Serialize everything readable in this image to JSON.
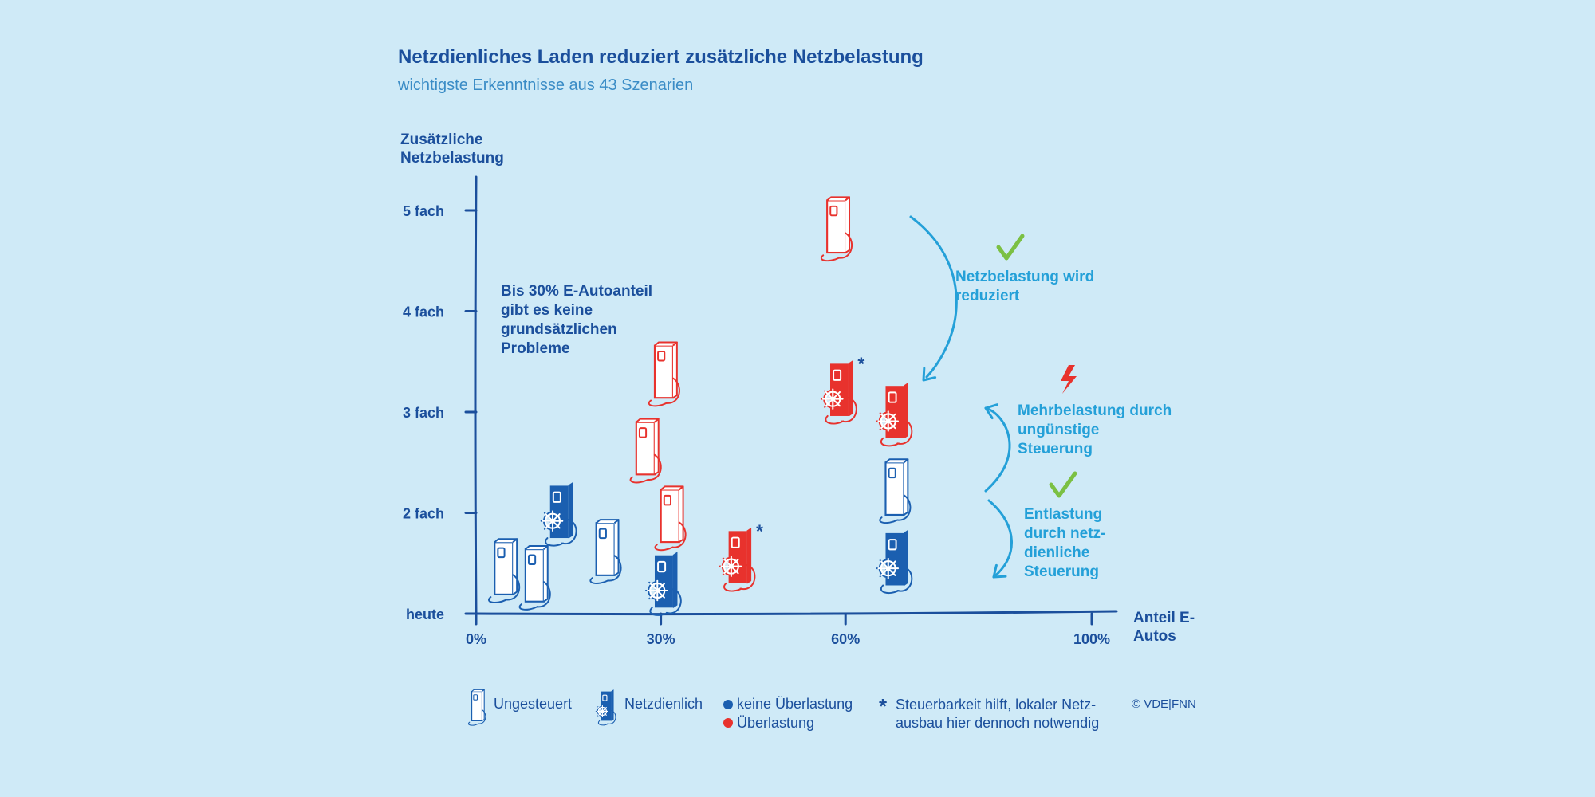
{
  "title": "Netzdienliches Laden reduziert zusätzliche Netzbelastung",
  "subtitle": "wichtigste Erkenntnisse aus 43 Szenarien",
  "note": "Bis 30% E-Autoanteil gibt es keine grundsätzlichen Probleme",
  "annotations": {
    "reduced": "Netzbelastung wird reduziert",
    "more_load": "Mehrbelastung durch ungünstige Steuerung",
    "relief": "Entlastung durch netz-dienliche Steuerung"
  },
  "legend": {
    "uncontrolled": "Ungesteuert",
    "grid_friendly": "Netzdienlich",
    "no_overload": "keine Überlastung",
    "overload": "Überlastung",
    "asterisk_note": "Steuerbarkeit hilft, lokaler Netz-ausbau hier dennoch notwendig"
  },
  "copyright": "© VDE|FNN",
  "colors": {
    "background": "#cfeaf7",
    "axis": "#1b4f9c",
    "no_overload": "#1b5fb0",
    "overload": "#e8322d",
    "annotation": "#24a0d8",
    "check": "#7bc043"
  },
  "chart_data": {
    "type": "scatter",
    "title": "Netzdienliches Laden reduziert zusätzliche Netzbelastung",
    "subtitle": "wichtigste Erkenntnisse aus 43 Szenarien",
    "xlabel": "Anteil E-Autos",
    "ylabel": "Zusätzliche Netzbelastung",
    "x_ticks": [
      {
        "value": 0,
        "label": "0%"
      },
      {
        "value": 30,
        "label": "30%"
      },
      {
        "value": 60,
        "label": "60%"
      },
      {
        "value": 100,
        "label": "100%"
      }
    ],
    "y_ticks": [
      {
        "value": 1,
        "label": "heute"
      },
      {
        "value": 2,
        "label": "2 fach"
      },
      {
        "value": 3,
        "label": "3 fach"
      },
      {
        "value": 4,
        "label": "4 fach"
      },
      {
        "value": 5,
        "label": "5 fach"
      }
    ],
    "xlim": [
      0,
      100
    ],
    "ylim": [
      1,
      5.35
    ],
    "grid": false,
    "legend_position": "bottom",
    "series": [
      {
        "name": "Ungesteuert",
        "points": [
          {
            "x": 4.5,
            "y": 1.45,
            "overload": false,
            "asterisk": false
          },
          {
            "x": 9.5,
            "y": 1.38,
            "overload": false,
            "asterisk": false
          },
          {
            "x": 21,
            "y": 1.64,
            "overload": false,
            "asterisk": false
          },
          {
            "x": 30.5,
            "y": 3.4,
            "overload": true,
            "asterisk": false
          },
          {
            "x": 27.5,
            "y": 2.64,
            "overload": true,
            "asterisk": false
          },
          {
            "x": 31.5,
            "y": 1.97,
            "overload": true,
            "asterisk": false
          },
          {
            "x": 58.5,
            "y": 4.84,
            "overload": true,
            "asterisk": false
          },
          {
            "x": 68,
            "y": 2.24,
            "overload": false,
            "asterisk": false
          }
        ]
      },
      {
        "name": "Netzdienlich",
        "points": [
          {
            "x": 13.5,
            "y": 2.01,
            "overload": false,
            "asterisk": false
          },
          {
            "x": 30.5,
            "y": 1.32,
            "overload": false,
            "asterisk": false
          },
          {
            "x": 42.5,
            "y": 1.56,
            "overload": true,
            "asterisk": true
          },
          {
            "x": 59,
            "y": 3.22,
            "overload": true,
            "asterisk": true
          },
          {
            "x": 68,
            "y": 3.0,
            "overload": true,
            "asterisk": false
          },
          {
            "x": 68,
            "y": 1.54,
            "overload": false,
            "asterisk": false
          }
        ]
      }
    ]
  }
}
